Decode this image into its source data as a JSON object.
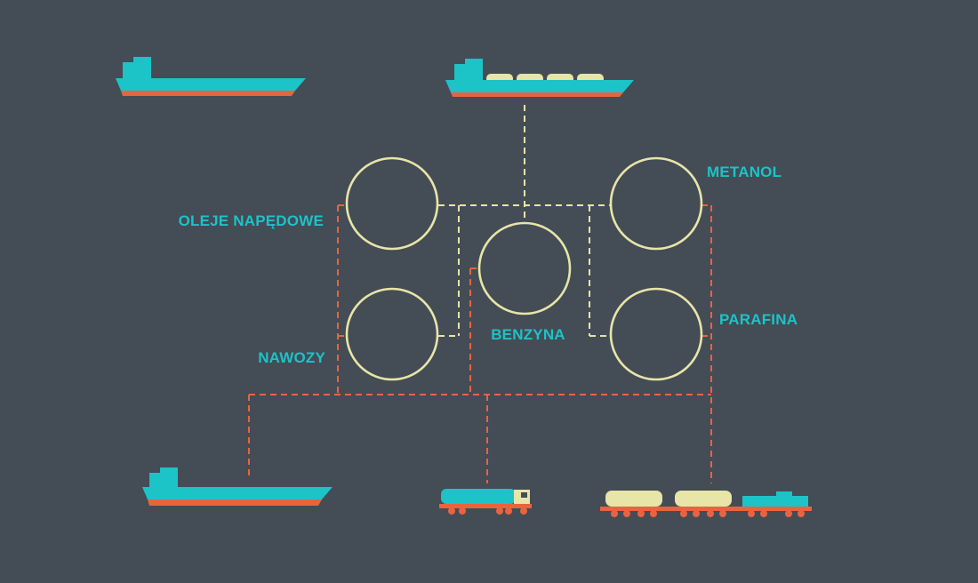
{
  "colors": {
    "background": "#444c56",
    "teal": "#1cc3c7",
    "orange": "#e8643f",
    "cream": "#e7e5a7",
    "label": "#1cc3c7"
  },
  "labels": {
    "metanol": "METANOL",
    "oleje": "OLEJE NAPĘDOWE",
    "benzyna": "BENZYNA",
    "parafina": "PARAFINA",
    "nawozy": "NAWOZY"
  },
  "vehicles": [
    "ship",
    "tanker-ship",
    "ship",
    "tanker-truck",
    "tank-train"
  ]
}
